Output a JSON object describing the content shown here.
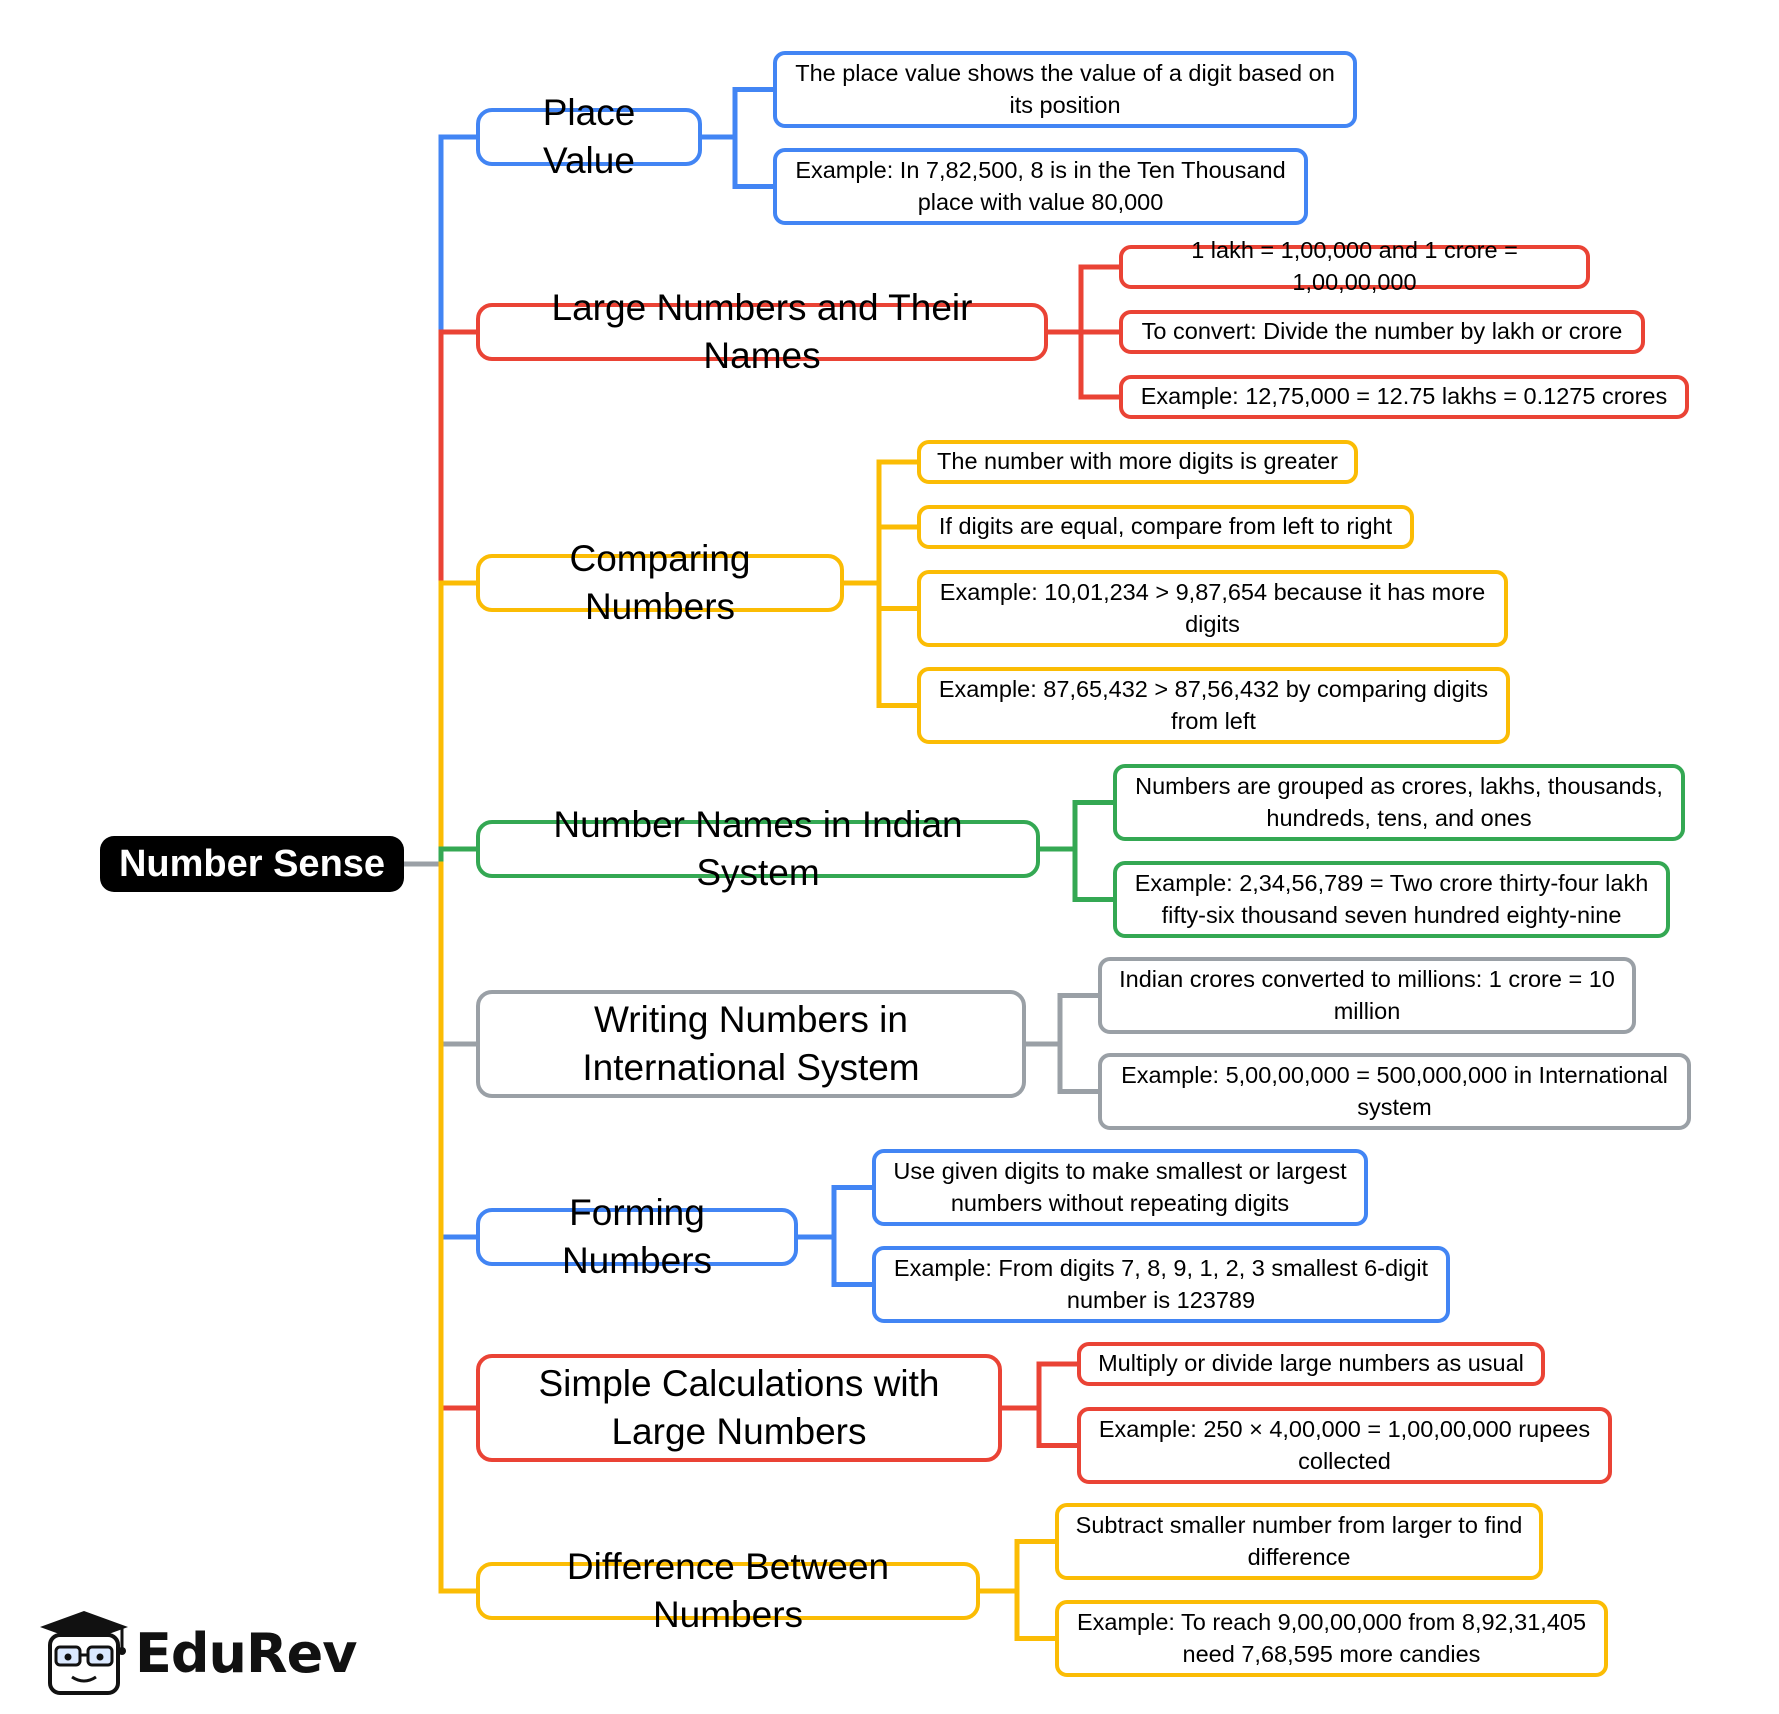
{
  "root": {
    "label": "Number Sense"
  },
  "colors": {
    "blue": "#4285f4",
    "red": "#ea4335",
    "yellow": "#fbbc04",
    "green": "#34a853",
    "gray": "#9aa0a6"
  },
  "branches": [
    {
      "label": "Place Value",
      "color": "blue",
      "leaves": [
        "The place value shows the value of a digit based on its position",
        "Example: In 7,82,500, 8 is in the Ten Thousand place with value 80,000"
      ]
    },
    {
      "label": "Large Numbers and Their Names",
      "color": "red",
      "leaves": [
        "1 lakh = 1,00,000 and 1 crore = 1,00,00,000",
        "To convert: Divide the number by lakh or crore",
        "Example: 12,75,000 = 12.75 lakhs = 0.1275 crores"
      ]
    },
    {
      "label": "Comparing Numbers",
      "color": "yellow",
      "leaves": [
        "The number with more digits is greater",
        "If digits are equal, compare from left to right",
        "Example: 10,01,234 > 9,87,654 because it has more digits",
        "Example: 87,65,432 > 87,56,432 by comparing digits from left"
      ]
    },
    {
      "label": "Number Names in Indian System",
      "color": "green",
      "leaves": [
        "Numbers are grouped as crores, lakhs, thousands, hundreds, tens, and ones",
        "Example: 2,34,56,789 = Two crore thirty-four lakh fifty-six thousand seven hundred eighty-nine"
      ]
    },
    {
      "label": "Writing Numbers in International System",
      "color": "gray",
      "leaves": [
        "Indian crores converted to millions: 1 crore = 10 million",
        "Example: 5,00,00,000 = 500,000,000 in International system"
      ]
    },
    {
      "label": "Forming Numbers",
      "color": "blue",
      "leaves": [
        "Use given digits to make smallest or largest numbers without repeating digits",
        "Example: From digits 7, 8, 9, 1, 2, 3 smallest 6-digit number is 123789"
      ]
    },
    {
      "label": "Simple Calculations with Large Numbers",
      "color": "red",
      "leaves": [
        "Multiply or divide large numbers as usual",
        "Example: 250 × 4,00,000 = 1,00,00,000 rupees collected"
      ]
    },
    {
      "label": "Difference Between Numbers",
      "color": "yellow",
      "leaves": [
        "Subtract smaller number from larger to find difference",
        "Example: To reach 9,00,00,000 from 8,92,31,405 need 7,68,595 more candies"
      ]
    }
  ],
  "logo": {
    "text": "EduRev",
    "icon": "graduation-cap-icon"
  }
}
